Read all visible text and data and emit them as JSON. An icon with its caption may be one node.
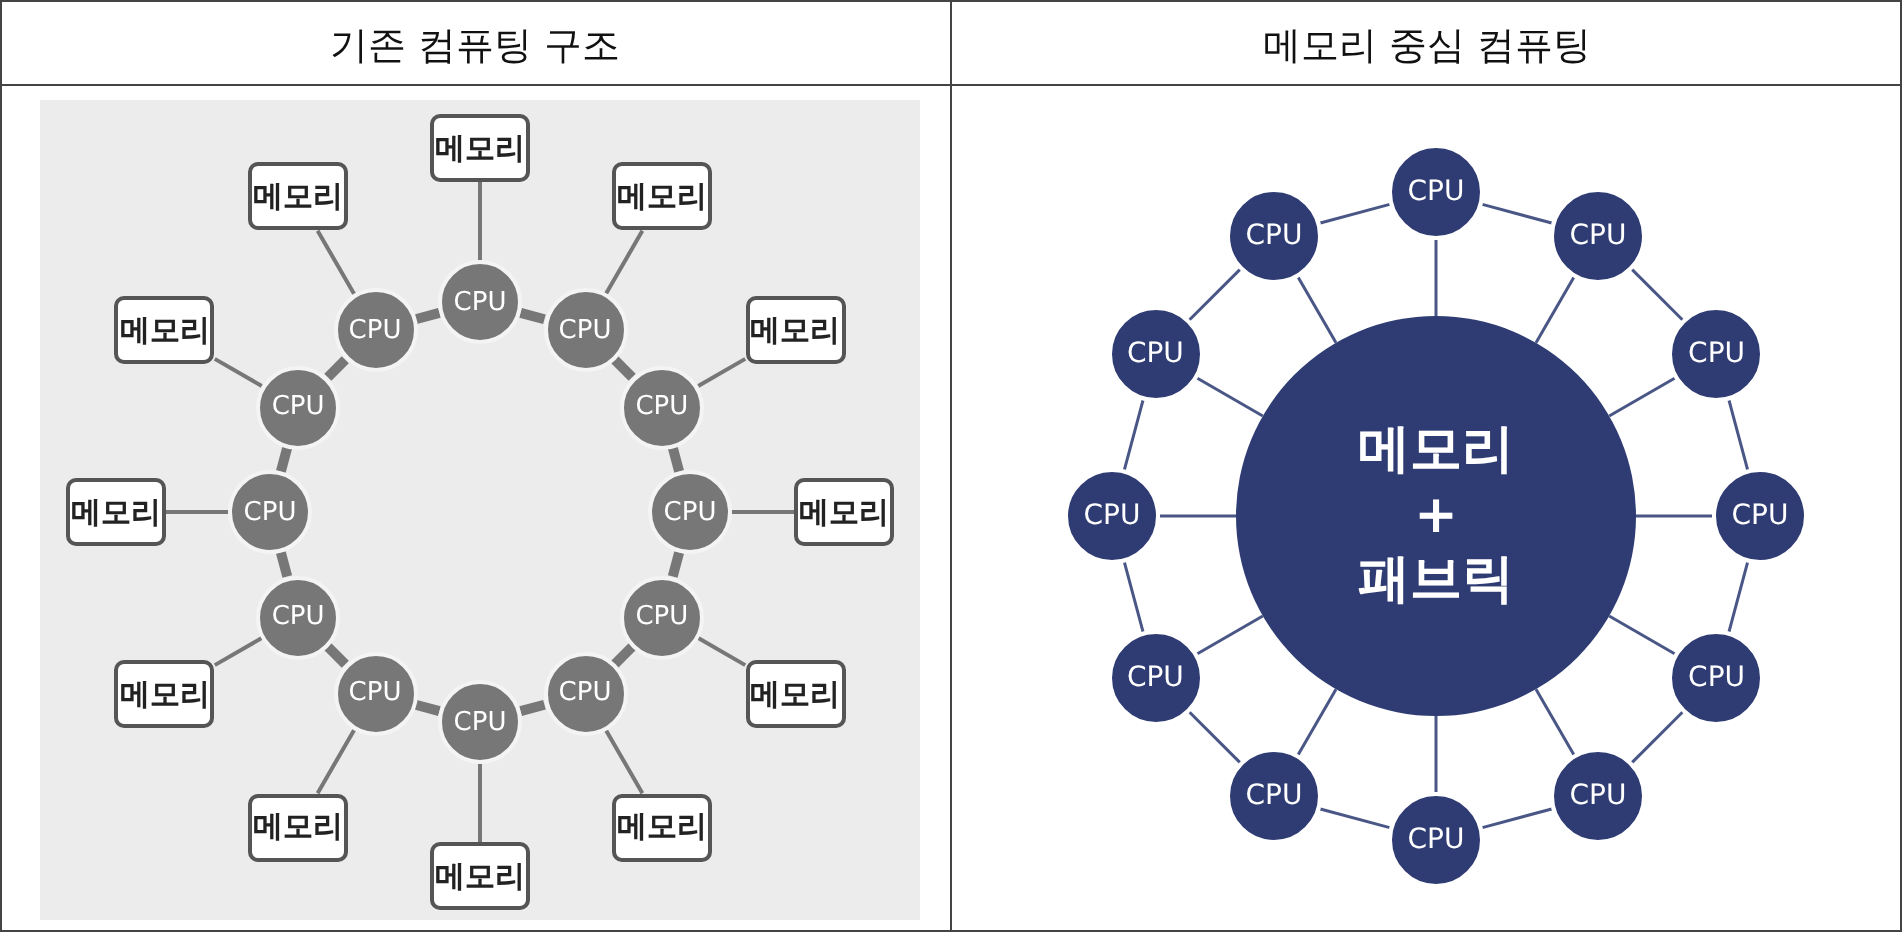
{
  "diagram": {
    "nodes": [
      {
        "text": [
          "CPU"
        ]
      },
      {
        "text": [
          "CPU"
        ]
      },
      {
        "text": [
          "CPU"
        ]
      },
      {
        "text": [
          "CPU"
        ]
      },
      {
        "text": [
          "CPU"
        ]
      },
      {
        "text": [
          "CPU"
        ]
      },
      {
        "text": [
          "CPU"
        ]
      },
      {
        "text": [
          "CPU"
        ]
      },
      {
        "text": [
          "CPU"
        ]
      },
      {
        "text": [
          "CPU"
        ]
      },
      {
        "text": [
          "CPU"
        ]
      },
      {
        "text": [
          "CPU"
        ]
      },
      {
        "text": [
          "메모리"
        ]
      },
      {
        "text": [
          "메모리"
        ]
      },
      {
        "text": [
          "메모리"
        ]
      },
      {
        "text": [
          "메모리"
        ]
      },
      {
        "text": [
          "메모리"
        ]
      },
      {
        "text": [
          "메모리"
        ]
      },
      {
        "text": [
          "메모리"
        ]
      },
      {
        "text": [
          "메모리"
        ]
      },
      {
        "text": [
          "메모리"
        ]
      },
      {
        "text": [
          "메모리"
        ]
      },
      {
        "text": [
          "메모리"
        ]
      },
      {
        "text": [
          "메모리"
        ]
      },
      {
        "text": [
          "메모리 + 패브릭"
        ]
      },
      {
        "text": [
          "CPU"
        ]
      },
      {
        "text": [
          "CPU"
        ]
      },
      {
        "text": [
          "CPU"
        ]
      },
      {
        "text": [
          "CPU"
        ]
      },
      {
        "text": [
          "CPU"
        ]
      },
      {
        "text": [
          "CPU"
        ]
      },
      {
        "text": [
          "CPU"
        ]
      },
      {
        "text": [
          "CPU"
        ]
      },
      {
        "text": [
          "CPU"
        ]
      },
      {
        "text": [
          "CPU"
        ]
      },
      {
        "text": [
          "CPU"
        ]
      },
      {
        "text": [
          "CPU"
        ]
      }
    ],
    "edges": [
      {
        "from": 0,
        "to": 12,
        "arrow": "none"
      },
      {
        "from": 1,
        "to": 13,
        "arrow": "none"
      },
      {
        "from": 2,
        "to": 14,
        "arrow": "none"
      },
      {
        "from": 3,
        "to": 15,
        "arrow": "none"
      },
      {
        "from": 4,
        "to": 16,
        "arrow": "none"
      },
      {
        "from": 5,
        "to": 17,
        "arrow": "none"
      },
      {
        "from": 6,
        "to": 18,
        "arrow": "none"
      },
      {
        "from": 7,
        "to": 19,
        "arrow": "none"
      },
      {
        "from": 8,
        "to": 20,
        "arrow": "none"
      },
      {
        "from": 9,
        "to": 21,
        "arrow": "none"
      },
      {
        "from": 10,
        "to": 22,
        "arrow": "none"
      },
      {
        "from": 11,
        "to": 23,
        "arrow": "none"
      },
      {
        "from": 0,
        "to": 1,
        "arrow": "none",
        "style": "thick"
      },
      {
        "from": 1,
        "to": 2,
        "arrow": "none",
        "style": "thick"
      },
      {
        "from": 2,
        "to": 3,
        "arrow": "none",
        "style": "thick"
      },
      {
        "from": 3,
        "to": 4,
        "arrow": "none",
        "style": "thick"
      },
      {
        "from": 4,
        "to": 5,
        "arrow": "none",
        "style": "thick"
      },
      {
        "from": 5,
        "to": 6,
        "arrow": "none",
        "style": "thick"
      },
      {
        "from": 6,
        "to": 7,
        "arrow": "none",
        "style": "thick"
      },
      {
        "from": 7,
        "to": 8,
        "arrow": "none",
        "style": "thick"
      },
      {
        "from": 8,
        "to": 9,
        "arrow": "none",
        "style": "thick"
      },
      {
        "from": 9,
        "to": 10,
        "arrow": "none",
        "style": "thick"
      },
      {
        "from": 10,
        "to": 11,
        "arrow": "none",
        "style": "thick"
      },
      {
        "from": 11,
        "to": 0,
        "arrow": "none",
        "style": "thick"
      },
      {
        "from": 24,
        "to": 25,
        "arrow": "none"
      },
      {
        "from": 24,
        "to": 26,
        "arrow": "none"
      },
      {
        "from": 24,
        "to": 27,
        "arrow": "none"
      },
      {
        "from": 24,
        "to": 28,
        "arrow": "none"
      },
      {
        "from": 24,
        "to": 29,
        "arrow": "none"
      },
      {
        "from": 24,
        "to": 30,
        "arrow": "none"
      },
      {
        "from": 24,
        "to": 31,
        "arrow": "none"
      },
      {
        "from": 24,
        "to": 32,
        "arrow": "none"
      },
      {
        "from": 24,
        "to": 33,
        "arrow": "none"
      },
      {
        "from": 24,
        "to": 34,
        "arrow": "none"
      },
      {
        "from": 24,
        "to": 35,
        "arrow": "none"
      },
      {
        "from": 24,
        "to": 36,
        "arrow": "none"
      },
      {
        "from": 25,
        "to": 26,
        "arrow": "none"
      },
      {
        "from": 26,
        "to": 27,
        "arrow": "none"
      },
      {
        "from": 27,
        "to": 28,
        "arrow": "none"
      },
      {
        "from": 28,
        "to": 29,
        "arrow": "none"
      },
      {
        "from": 29,
        "to": 30,
        "arrow": "none"
      },
      {
        "from": 30,
        "to": 31,
        "arrow": "none"
      },
      {
        "from": 31,
        "to": 32,
        "arrow": "none"
      },
      {
        "from": 32,
        "to": 33,
        "arrow": "none"
      },
      {
        "from": 33,
        "to": 34,
        "arrow": "none"
      },
      {
        "from": 34,
        "to": 35,
        "arrow": "none"
      },
      {
        "from": 35,
        "to": 36,
        "arrow": "none"
      },
      {
        "from": 36,
        "to": 25,
        "arrow": "none"
      }
    ],
    "labels": [
      "기존 컴퓨팅 구조",
      "메모리 중심 컴퓨팅"
    ]
  }
}
